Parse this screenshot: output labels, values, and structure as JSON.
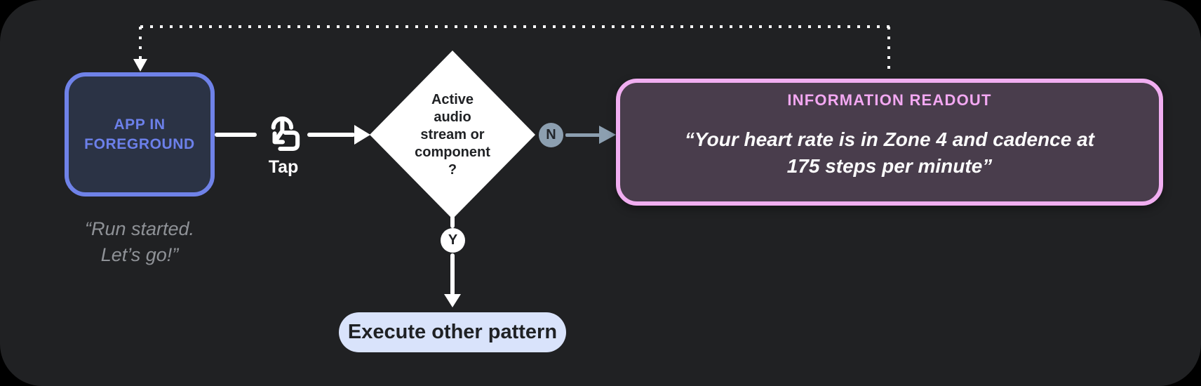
{
  "colors": {
    "panel_bg": "#202123",
    "app_border": "#6f82e8",
    "app_fill": "#2b3345",
    "app_text": "#6c80ea",
    "caption_gray": "#8f9297",
    "flow_white": "#ffffff",
    "branch_slate": "#8c9fb0",
    "readout_border": "#f1aef1",
    "readout_fill": "#493d4c",
    "readout_title_pink": "#f3a8f2",
    "pill_fill": "#d9e3fb",
    "dark_text": "#1f2124"
  },
  "app_state": {
    "line1": "APP IN",
    "line2": "FOREGROUND",
    "caption_line1": "“Run started.",
    "caption_line2": "Let’s go!”"
  },
  "gesture": {
    "label": "Tap",
    "icon": "tap-gesture-icon"
  },
  "decision": {
    "lines": [
      "Active",
      "audio",
      "stream or",
      "component",
      "?"
    ]
  },
  "branches": {
    "no_label": "N",
    "yes_label": "Y"
  },
  "readout": {
    "title": "INFORMATION READOUT",
    "quote_line1": "“Your heart rate is in Zone 4 and cadence at",
    "quote_line2": "175 steps per minute”"
  },
  "other_pattern": {
    "label": "Execute other pattern"
  }
}
